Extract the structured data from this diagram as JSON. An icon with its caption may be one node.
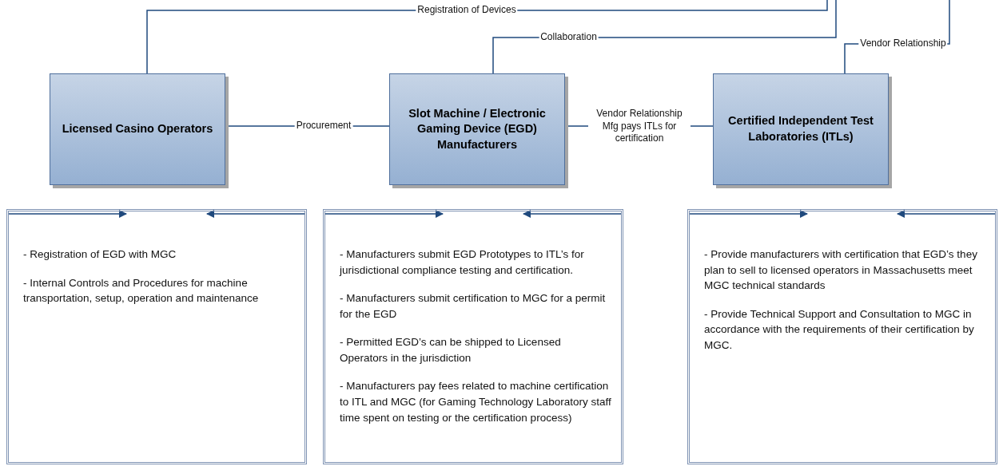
{
  "diagram": {
    "nodes": [
      {
        "text": [
          "Licensed Casino Operators"
        ]
      },
      {
        "text": [
          "Slot Machine / Electronic Gaming Device (EGD) Manufacturers"
        ]
      },
      {
        "text": [
          "Certified Independent Test Laboratories (ITLs)"
        ]
      },
      {
        "text": [
          "- Registration of EGD with MGC",
          "- Internal Controls and Procedures for machine transportation, setup, operation and maintenance"
        ]
      },
      {
        "text": [
          "- Manufacturers submit EGD Prototypes to ITL’s for jurisdictional compliance testing and certification.",
          "- Manufacturers submit certification to MGC for a permit for the EGD",
          "- Permitted EGD’s can be shipped to Licensed Operators in the jurisdiction",
          "- Manufacturers pay fees related to machine certification to ITL and MGC (for Gaming Technology Laboratory staff time spent on testing or the certification process)"
        ]
      },
      {
        "text": [
          "- Provide manufacturers with certification that EGD’s they plan to sell to licensed operators in Massachusetts meet MGC technical standards",
          "- Provide Technical Support and Consultation to MGC in accordance with the requirements of their certification by MGC."
        ]
      }
    ],
    "edges": [
      {
        "from": 0,
        "to": null,
        "arrow": "none",
        "label": "Registration of Devices"
      },
      {
        "from": 1,
        "to": null,
        "arrow": "none",
        "label": "Collaboration"
      },
      {
        "from": 2,
        "to": null,
        "arrow": "none",
        "label": "Vendor Relationship"
      },
      {
        "from": 0,
        "to": 1,
        "arrow": "none",
        "label": "Procurement"
      },
      {
        "from": 1,
        "to": 2,
        "arrow": "none",
        "label": "Vendor Relationship Mfg pays ITLs for certification"
      },
      {
        "from": null,
        "to": 3,
        "arrow": "to"
      },
      {
        "from": null,
        "to": 3,
        "arrow": "to"
      },
      {
        "from": null,
        "to": 4,
        "arrow": "to"
      },
      {
        "from": null,
        "to": 4,
        "arrow": "to"
      },
      {
        "from": null,
        "to": 5,
        "arrow": "to"
      },
      {
        "from": null,
        "to": 5,
        "arrow": "to"
      }
    ]
  }
}
